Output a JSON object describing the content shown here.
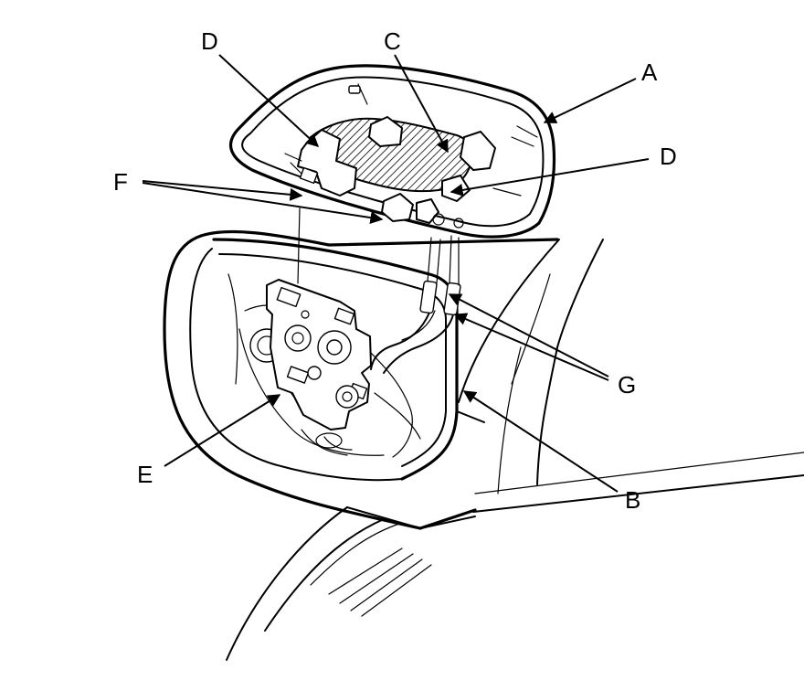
{
  "callouts": {
    "a": "A",
    "b": "B",
    "c": "C",
    "d": "D",
    "e": "E",
    "f": "F",
    "g": "G"
  }
}
